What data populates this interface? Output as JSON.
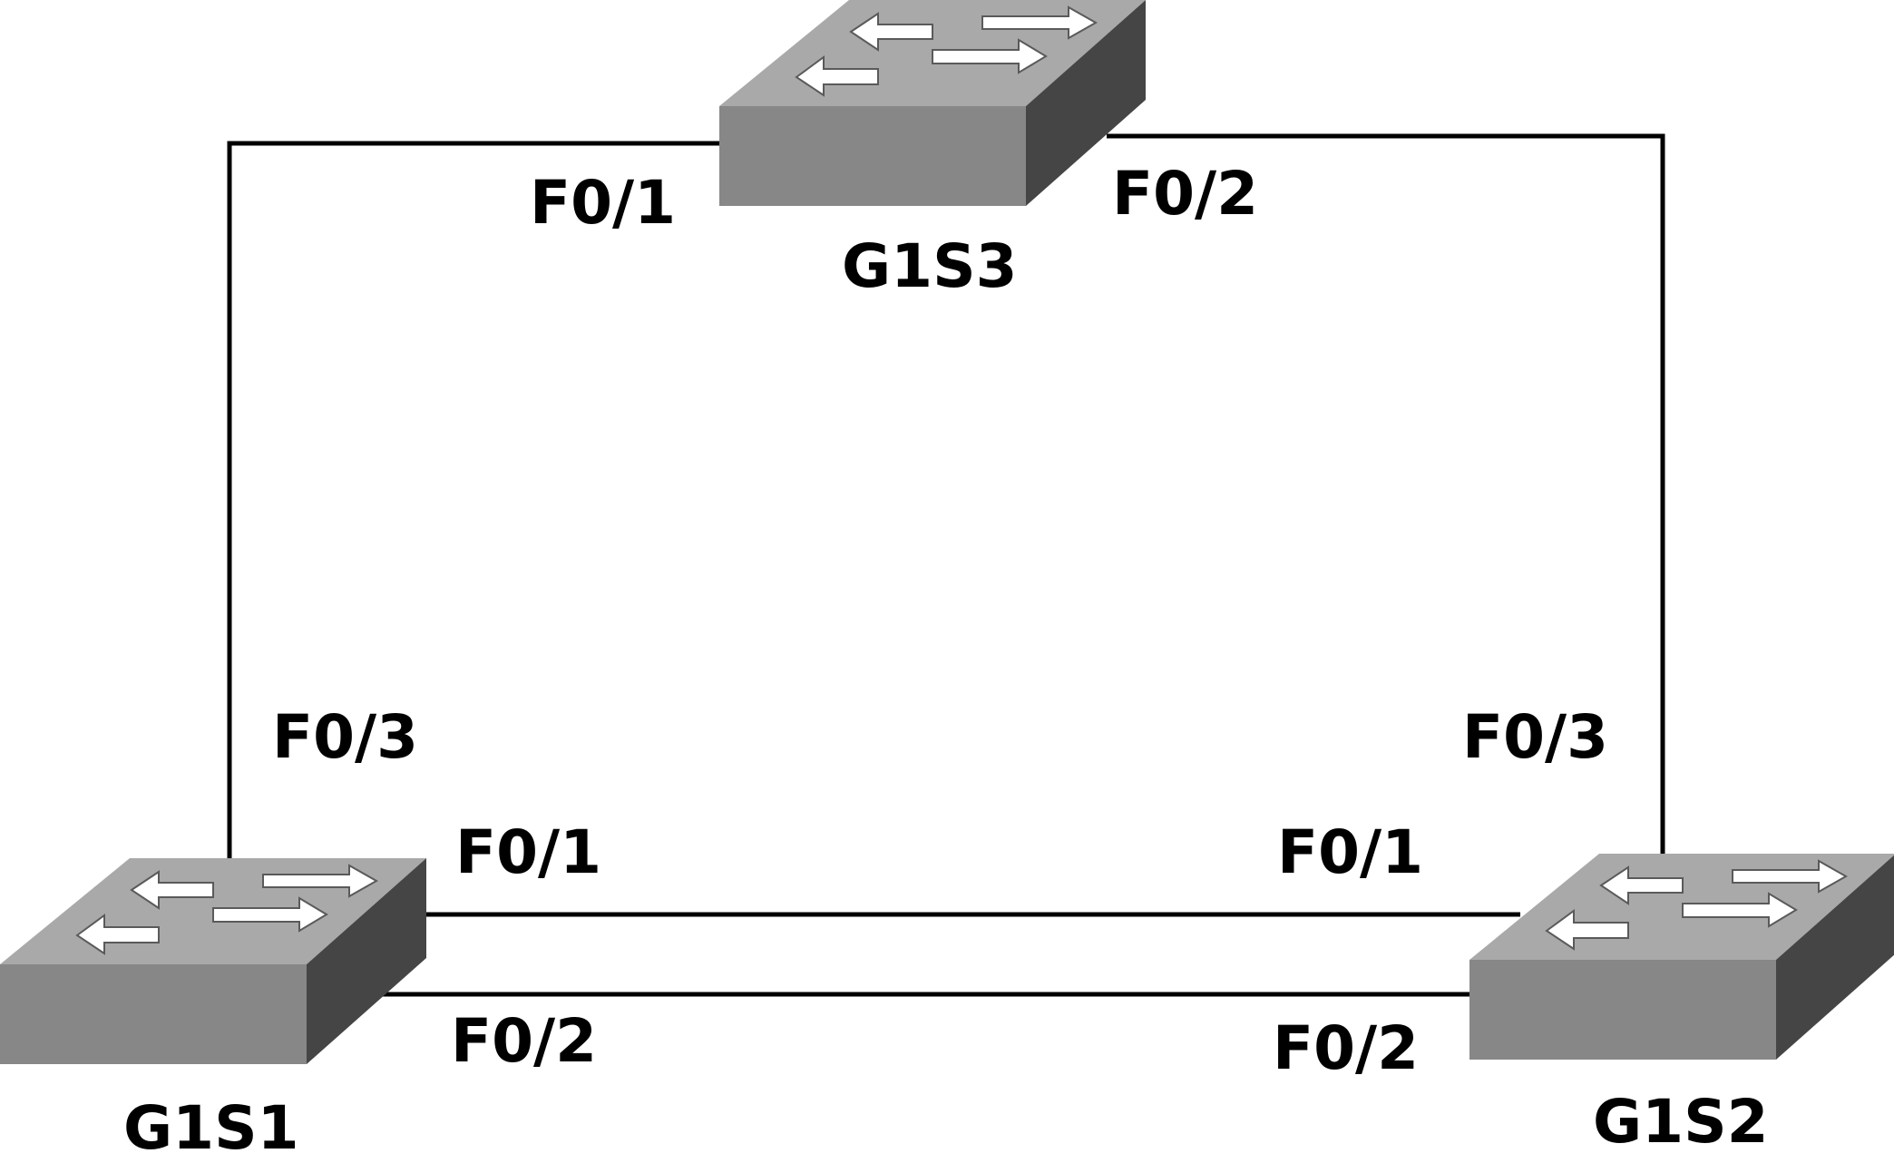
{
  "colors": {
    "background": "#ffffff",
    "link": "#000000",
    "switch_top": "#a9a9a9",
    "switch_front": "#878787",
    "switch_side": "#454545",
    "arrow": "#ffffff",
    "label": "#000000"
  },
  "devices": {
    "g1s3": {
      "name": "G1S3",
      "icon": "switch-icon"
    },
    "g1s1": {
      "name": "G1S1",
      "icon": "switch-icon"
    },
    "g1s2": {
      "name": "G1S2",
      "icon": "switch-icon"
    }
  },
  "ports": {
    "g1s3_f01": "F0/1",
    "g1s3_f02": "F0/2",
    "g1s1_f03": "F0/3",
    "g1s1_f01": "F0/1",
    "g1s1_f02": "F0/2",
    "g1s2_f03": "F0/3",
    "g1s2_f01": "F0/1",
    "g1s2_f02": "F0/2"
  }
}
